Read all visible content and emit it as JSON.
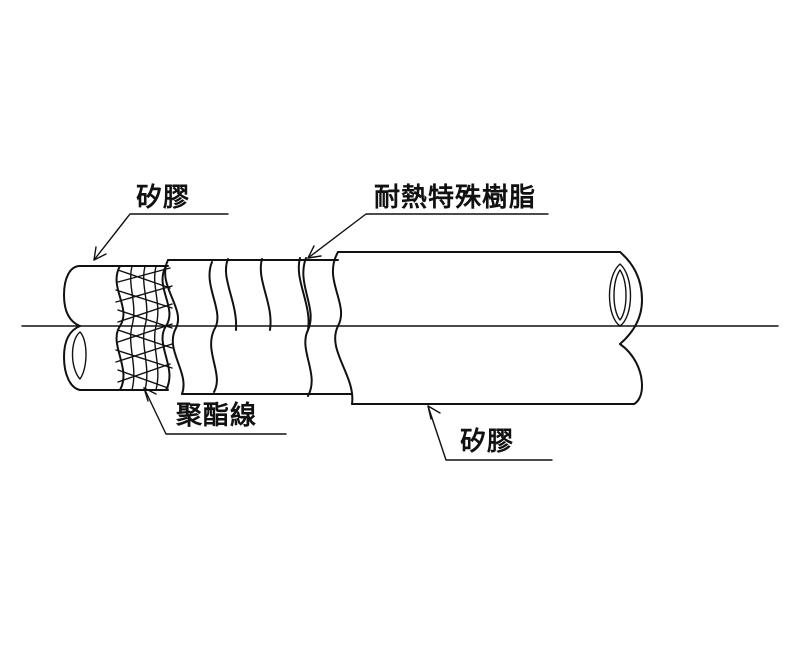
{
  "labels": {
    "top_left": "矽膠",
    "top_right": "耐熱特殊樹脂",
    "bottom_left": "聚酯線",
    "bottom_right": "矽膠"
  },
  "colors": {
    "line": "#111111",
    "background": "#ffffff"
  }
}
